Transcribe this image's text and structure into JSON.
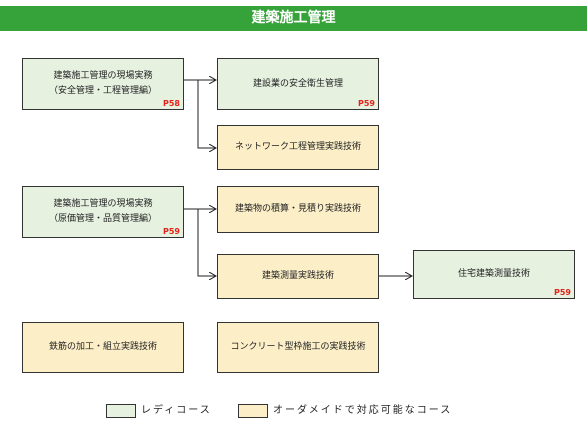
{
  "title": "建築施工管理",
  "boxes": {
    "b1": {
      "line1": "建築施工管理の現場実務",
      "line2": "（安全管理・工程管理編）",
      "page": "P58"
    },
    "b2": {
      "label": "建設業の安全衛生管理",
      "page": "P59"
    },
    "b3": {
      "label": "ネットワーク工程管理実践技術"
    },
    "b4": {
      "line1": "建築施工管理の現場実務",
      "line2": "（原価管理・品質管理編）",
      "page": "P59"
    },
    "b5": {
      "label": "建築物の積算・見積り実践技術"
    },
    "b6": {
      "label": "建築測量実践技術"
    },
    "b7": {
      "label": "住宅建築測量技術",
      "page": "P59"
    },
    "b8": {
      "label": "鉄筋の加工・組立実践技術"
    },
    "b9": {
      "label": "コンクリート型枠施工の実践技術"
    }
  },
  "legend": {
    "ready": "レディコース",
    "order": "オーダメイドで対応可能なコース"
  },
  "colors": {
    "header": "#36a23a",
    "ready": "#e6f1e0",
    "order": "#fcefc8",
    "page_ref": "#e2231a"
  }
}
